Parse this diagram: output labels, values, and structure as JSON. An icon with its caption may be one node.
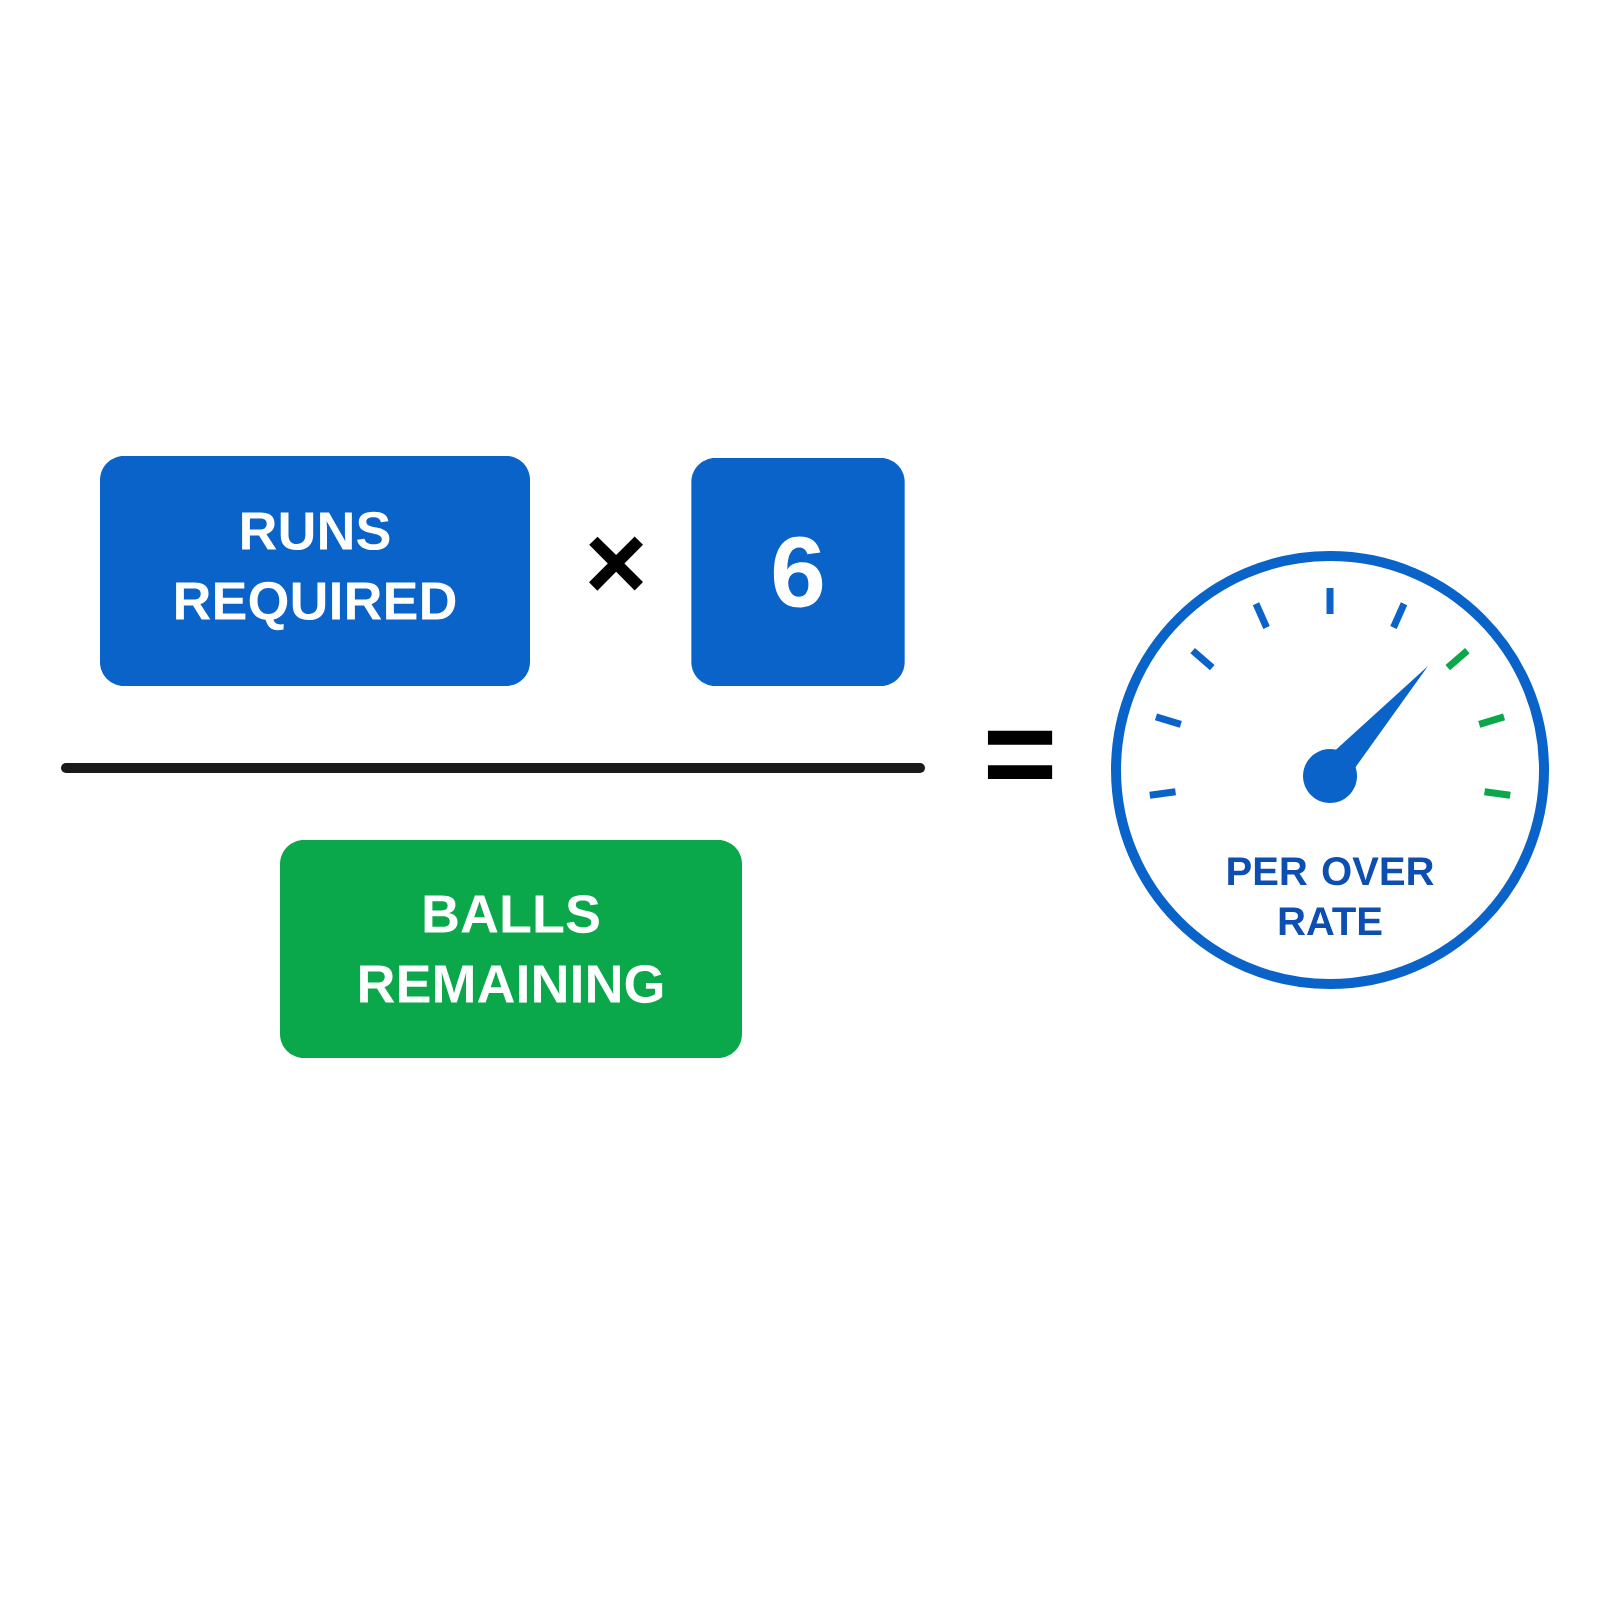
{
  "diagram": {
    "nodes": [
      {
        "text": [
          "RUNS REQUIRED"
        ]
      },
      {
        "text": [
          "6"
        ]
      },
      {
        "text": [
          "BALLS REMAINING"
        ]
      },
      {
        "text": [
          "PER OVER RATE"
        ]
      }
    ],
    "labels": [
      "×",
      "="
    ]
  }
}
